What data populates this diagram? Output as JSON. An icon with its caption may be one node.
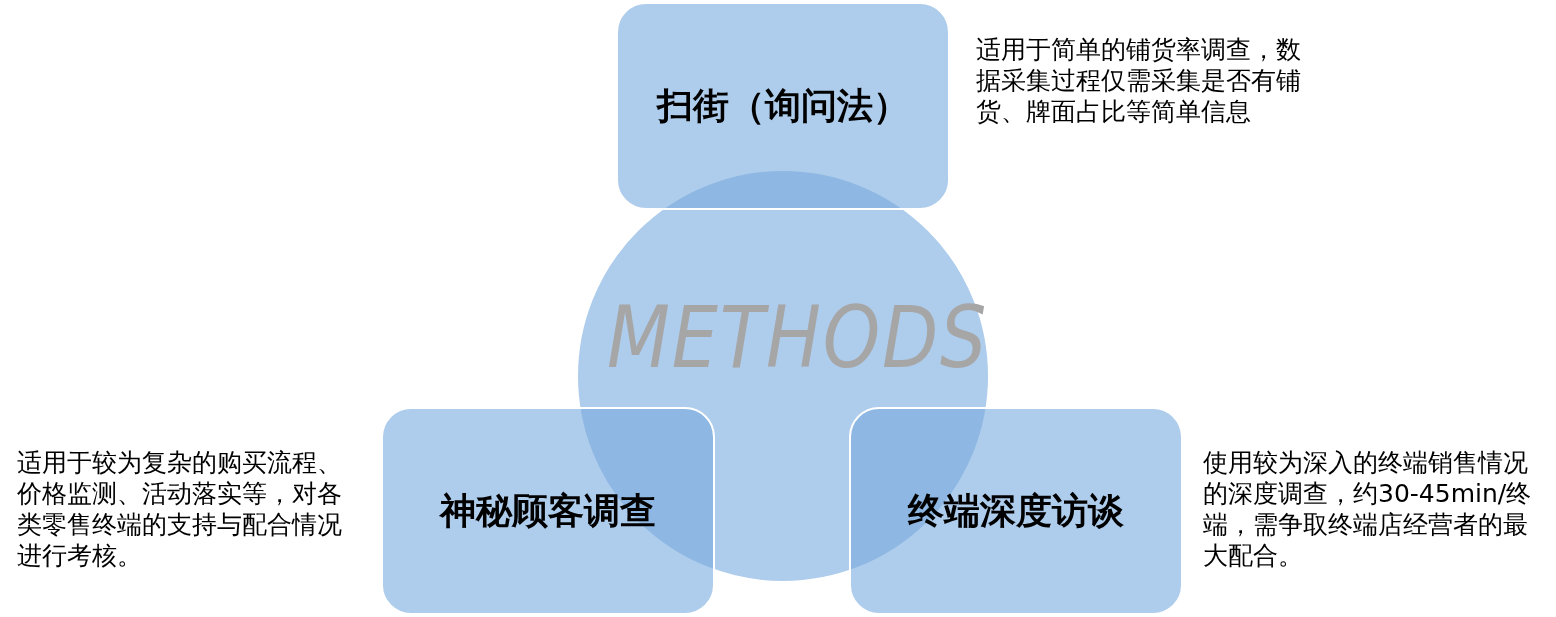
{
  "diagram": {
    "nodes": [
      {
        "text": [
          "扫街（询问法）"
        ],
        "beside": [
          "适用于简单的铺货率调查，数据采集过程仅需采集是否有铺货、牌面占比等简单信息"
        ]
      },
      {
        "text": [
          "METHODS"
        ]
      },
      {
        "text": [
          "神秘顾客调查"
        ],
        "beside": [
          "适用于较为复杂的购买流程、价格监测、活动落实等，对各类零售终端的支持与配合情况进行考核。"
        ]
      },
      {
        "text": [
          "终端深度访谈"
        ],
        "beside": [
          "使用较为深入的终端销售情况的深度调查，约30-45min/终端，需争取终端店经营者的最大配合。"
        ]
      }
    ]
  }
}
